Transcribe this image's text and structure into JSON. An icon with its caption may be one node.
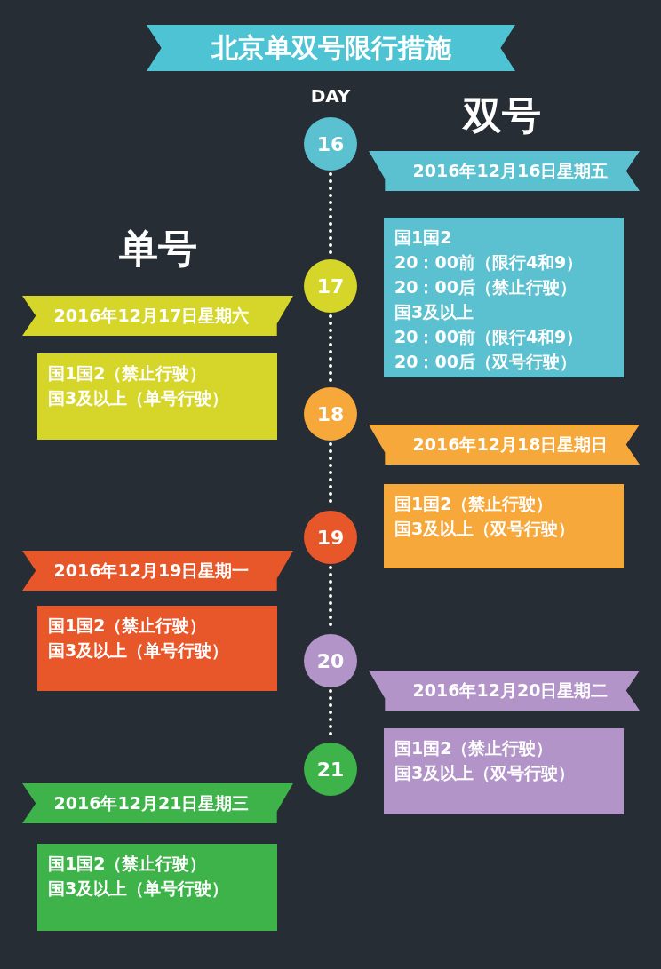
{
  "diagram": {
    "title": "北京单双号限行措施",
    "nodes": [
      {
        "text": [
          "16"
        ]
      },
      {
        "text": [
          "2016年12月16日星期五"
        ]
      },
      {
        "text": [
          "国1国2",
          "20：00前（限行4和9）",
          "20：00后（禁止行驶）",
          "国3及以上",
          "20：00前（限行4和9）",
          "20：00后（双号行驶）"
        ]
      },
      {
        "text": [
          "17"
        ]
      },
      {
        "text": [
          "2016年12月17日星期六"
        ]
      },
      {
        "text": [
          "国1国2（禁止行驶）",
          "国3及以上（单号行驶）"
        ]
      },
      {
        "text": [
          "18"
        ]
      },
      {
        "text": [
          "2016年12月18日星期日"
        ]
      },
      {
        "text": [
          "国1国2（禁止行驶）",
          "国3及以上（双号行驶）"
        ]
      },
      {
        "text": [
          "19"
        ]
      },
      {
        "text": [
          "2016年12月19日星期一"
        ]
      },
      {
        "text": [
          "国1国2（禁止行驶）",
          "国3及以上（单号行驶）"
        ]
      },
      {
        "text": [
          "20"
        ]
      },
      {
        "text": [
          "2016年12月20日星期二"
        ]
      },
      {
        "text": [
          "国1国2（禁止行驶）",
          "国3及以上（双号行驶）"
        ]
      },
      {
        "text": [
          "21"
        ]
      },
      {
        "text": [
          "2016年12月21日星期三"
        ]
      },
      {
        "text": [
          "国1国2（禁止行驶）",
          "国3及以上（单号行驶）"
        ]
      }
    ],
    "edges": [
      {
        "from": 0,
        "to": 3,
        "arrow": "none"
      },
      {
        "from": 3,
        "to": 6,
        "arrow": "none"
      },
      {
        "from": 6,
        "to": 9,
        "arrow": "none"
      },
      {
        "from": 9,
        "to": 12,
        "arrow": "none"
      },
      {
        "from": 12,
        "to": 15,
        "arrow": "none"
      }
    ],
    "labels": [
      "DAY",
      "双号",
      "单号"
    ]
  }
}
